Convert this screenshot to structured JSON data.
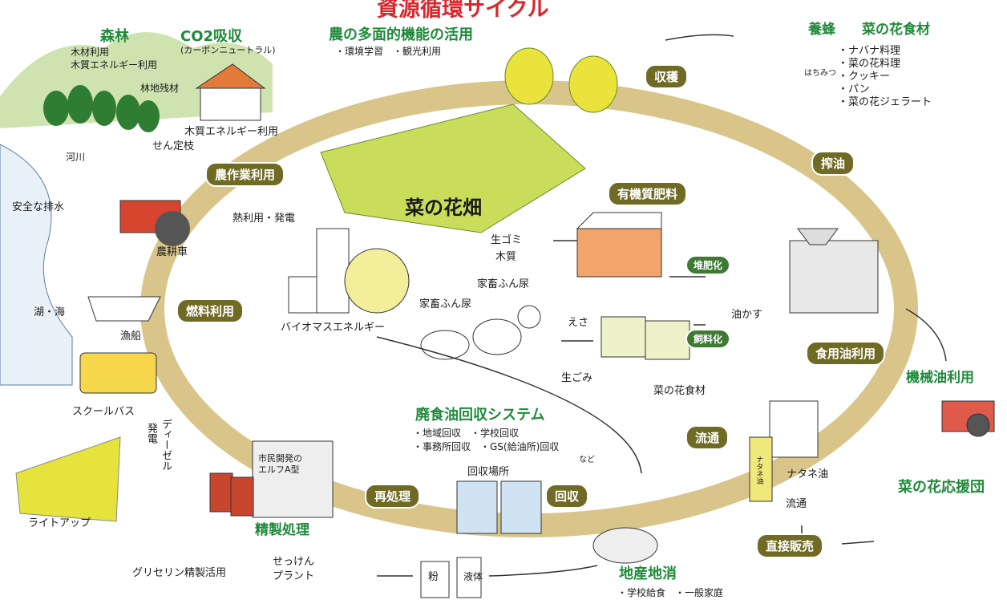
{
  "title": "資源循環サイクル",
  "forest": {
    "title": "森林",
    "lines": [
      "木材利用",
      "木質エネルギー利用"
    ]
  },
  "co2": {
    "title": "CO2吸収",
    "note": "(カーボンニュートラル)"
  },
  "forest_labels": {
    "residue": "林地残材",
    "wood_energy": "木質エネルギー利用",
    "pruning": "せん定枝",
    "river": "河川"
  },
  "multi": {
    "title": "農の多面的機能の活用",
    "items": "・環境学習　・観光利用"
  },
  "field_label": "菜の花畑",
  "bee": {
    "title": "養蜂",
    "honey": "はちみつ"
  },
  "food": {
    "title": "菜の花食材",
    "items": [
      "・ナバナ料理",
      "・菜の花料理",
      "・クッキー",
      "・パン",
      "・菜の花ジェラート"
    ]
  },
  "pills": {
    "harvest": "収穫",
    "press": "搾油",
    "farm_work": "農作業利用",
    "fertilizer": "有機質肥料",
    "compost": "堆肥化",
    "feed": "飼料化",
    "fuel": "燃料利用",
    "edible_oil": "食用油利用",
    "distribution": "流通",
    "reprocess": "再処理",
    "collect": "回収",
    "direct_sale": "直接販売"
  },
  "safe_drain": "安全な排水",
  "lake": "湖・海",
  "boat": "漁船",
  "tractor": "農耕車",
  "heat": "熱利用・発電",
  "biomass": "バイオマスエネルギー",
  "garbage": "生ゴミ",
  "wood": "木質",
  "manure1": "家畜ふん尿",
  "manure2": "家畜ふん尿",
  "feed_label": "えさ",
  "oilcake": "油かす",
  "raw_garbage": "生ごみ",
  "machine_oil": "機械油利用",
  "school_bus": "スクールバス",
  "diesel": "ディーゼル",
  "power": "発電",
  "lightup": "ライトアップ",
  "bdf_machine": "市民開発の",
  "bdf_machine2": "エルフA型",
  "refine": "精製処理",
  "glycerin": "グリセリン精製活用",
  "soap": [
    "せっけん",
    "プラント"
  ],
  "powder": "粉",
  "liquid": "液体",
  "waste_oil": {
    "title": "廃食油回収システム",
    "lines": [
      "・地域回収　・学校回収",
      "・事務所回収　・GS(給油所)回収",
      "など"
    ]
  },
  "collect_place": "回収場所",
  "nanohana_food": "菜の花食材",
  "rapeseed_oil": "ナタネ油",
  "rapeseed_bottle": "ナタネ油",
  "distribution_text": "流通",
  "local": {
    "title": "地産地消",
    "items": "・学校給食　・一般家庭"
  },
  "support": "菜の花応援団",
  "colors": {
    "ring": "#d9c48a",
    "field": "#c9dd5a",
    "pill": "#6f6a24",
    "green": "#1f8a3a",
    "red": "#d8262b"
  }
}
